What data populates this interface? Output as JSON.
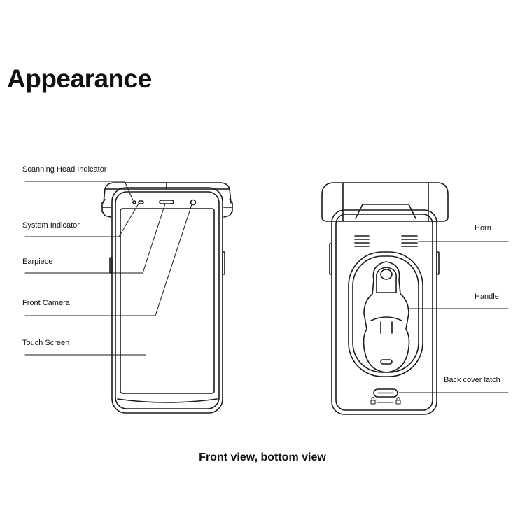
{
  "title": "Appearance",
  "caption": "Front view, bottom view",
  "front_labels": {
    "scanning_head_indicator": "Scanning Head Indicator",
    "system_indicator": "System Indicator",
    "earpiece": "Earpiece",
    "front_camera": "Front Camera",
    "touch_screen": "Touch Screen"
  },
  "back_labels": {
    "horn": "Horn",
    "handle": "Handle",
    "back_cover_latch": "Back cover latch"
  }
}
